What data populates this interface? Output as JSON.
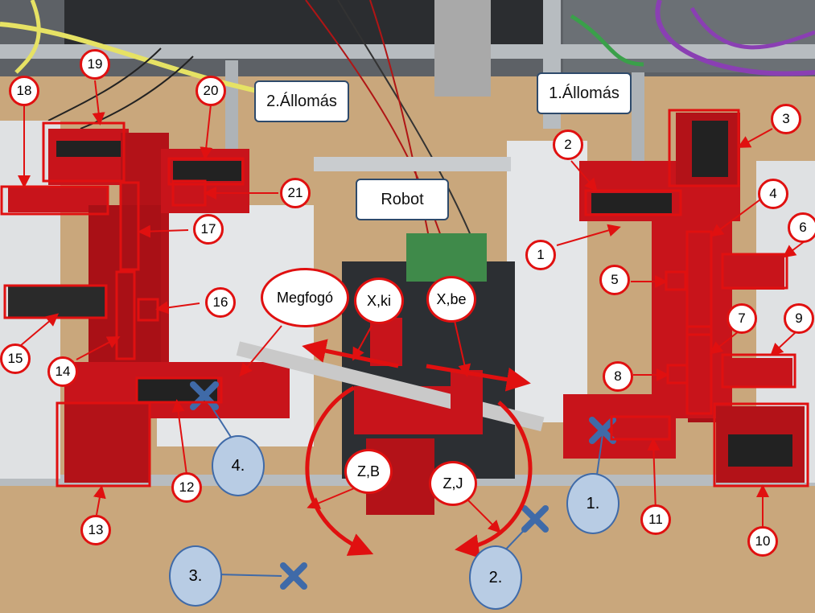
{
  "stations": {
    "station2": "2.Állomás",
    "station1": "1.Állomás",
    "robot": "Robot"
  },
  "callouts": {
    "gripper": "Megfogó",
    "x_out": "X,ki",
    "x_in": "X,be",
    "z_b": "Z,B",
    "z_j": "Z,J"
  },
  "numbers": [
    "1",
    "2",
    "3",
    "4",
    "5",
    "6",
    "7",
    "8",
    "9",
    "10",
    "11",
    "12",
    "13",
    "14",
    "15",
    "16",
    "17",
    "18",
    "19",
    "20",
    "21"
  ],
  "positions": [
    "1.",
    "2.",
    "3.",
    "4."
  ],
  "colors": {
    "callout_red": "#e01010",
    "position_blue": "#3f6aa8",
    "position_fill": "#b8cce4",
    "label_border": "#2e4a6b"
  }
}
